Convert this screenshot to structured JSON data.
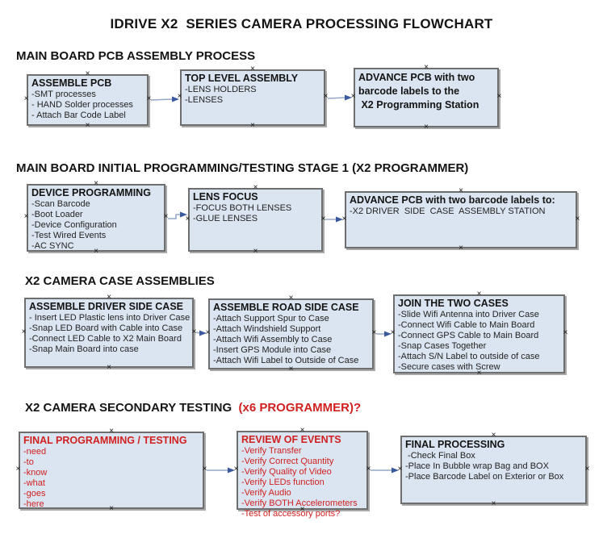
{
  "title": "IDRIVE X2  SERIES CAMERA PROCESSING FLOWCHART",
  "glyphs": {
    "glue_point": "×"
  },
  "colors": {
    "box_fill": "#dbe5f1",
    "box_border": "#6e6e6e",
    "arrow_line": "#94a7c7",
    "arrow_head": "#3b5a9d",
    "red_text": "#d02020",
    "black_text": "#141414"
  },
  "sections": [
    {
      "heading": "MAIN BOARD PCB ASSEMBLY PROCESS",
      "boxes": [
        {
          "title": "ASSEMBLE PCB",
          "items": [
            "-SMT processes",
            "- HAND Solder processes",
            "- Attach Bar Code Label"
          ]
        },
        {
          "title": "TOP LEVEL ASSEMBLY",
          "items": [
            "-LENS HOLDERS",
            "-LENSES"
          ]
        },
        {
          "title": "ADVANCE PCB with two",
          "items": [
            "barcode labels to the",
            " X2 Programming Station"
          ]
        }
      ]
    },
    {
      "heading": "MAIN BOARD INITIAL PROGRAMMING/TESTING STAGE 1 (X2 PROGRAMMER)",
      "boxes": [
        {
          "title": "DEVICE PROGRAMMING",
          "items": [
            "-Scan Barcode",
            "-Boot Loader",
            "-Device Configuration",
            "-Test Wired Events",
            "-AC SYNC"
          ]
        },
        {
          "title": "LENS FOCUS",
          "items": [
            "-FOCUS BOTH LENSES",
            "-GLUE LENSES"
          ]
        },
        {
          "title": "ADVANCE PCB with two barcode labels to:",
          "items": [
            "-X2 DRIVER  SIDE  CASE  ASSEMBLY STATION"
          ]
        }
      ]
    },
    {
      "heading": "X2 CAMERA CASE ASSEMBLIES",
      "boxes": [
        {
          "title": "ASSEMBLE DRIVER SIDE CASE",
          "items": [
            "- Insert LED Plastic lens into Driver Case",
            "-Snap LED Board with Cable into Case",
            "-Connect LED Cable to X2 Main Board",
            "-Snap Main Board into case"
          ]
        },
        {
          "title": "ASSEMBLE ROAD SIDE CASE",
          "items": [
            "-Attach Support Spur to Case",
            "-Attach Windshield Support",
            "-Attach Wifi Assembly to Case",
            "-Insert GPS Module into Case",
            "-Attach Wifi Label to Outside of Case"
          ]
        },
        {
          "title": "JOIN THE TWO CASES",
          "items": [
            "-Slide Wifi Antenna into Driver Case",
            "-Connect Wifi Cable to Main Board",
            "-Connect GPS Cable to Main Board",
            "-Snap Cases Together",
            "-Attach S/N Label to outside of case",
            "-Secure cases with Screw"
          ]
        }
      ]
    },
    {
      "heading": "X2 CAMERA SECONDARY TESTING  ",
      "heading_red": "(x6 PROGRAMMER)?",
      "boxes": [
        {
          "title": "FINAL PROGRAMMING / TESTING",
          "items": [
            "-need",
            "-to",
            "-know",
            "-what",
            "-goes",
            "-here"
          ]
        },
        {
          "title": "REVIEW OF EVENTS",
          "items": [
            "-Verify Transfer",
            "-Verify Correct Quantity",
            "-Verify Quality of Video",
            "-Verify LEDs function",
            "-Verify Audio",
            "-Verify BOTH Accelerometers",
            "-Test of accessory ports?"
          ]
        },
        {
          "title": "FINAL PROCESSING",
          "items": [
            " -Check Final Box",
            "-Place In Bubble wrap Bag and BOX",
            "-Place Barcode Label on Exterior or Box"
          ]
        }
      ]
    }
  ]
}
